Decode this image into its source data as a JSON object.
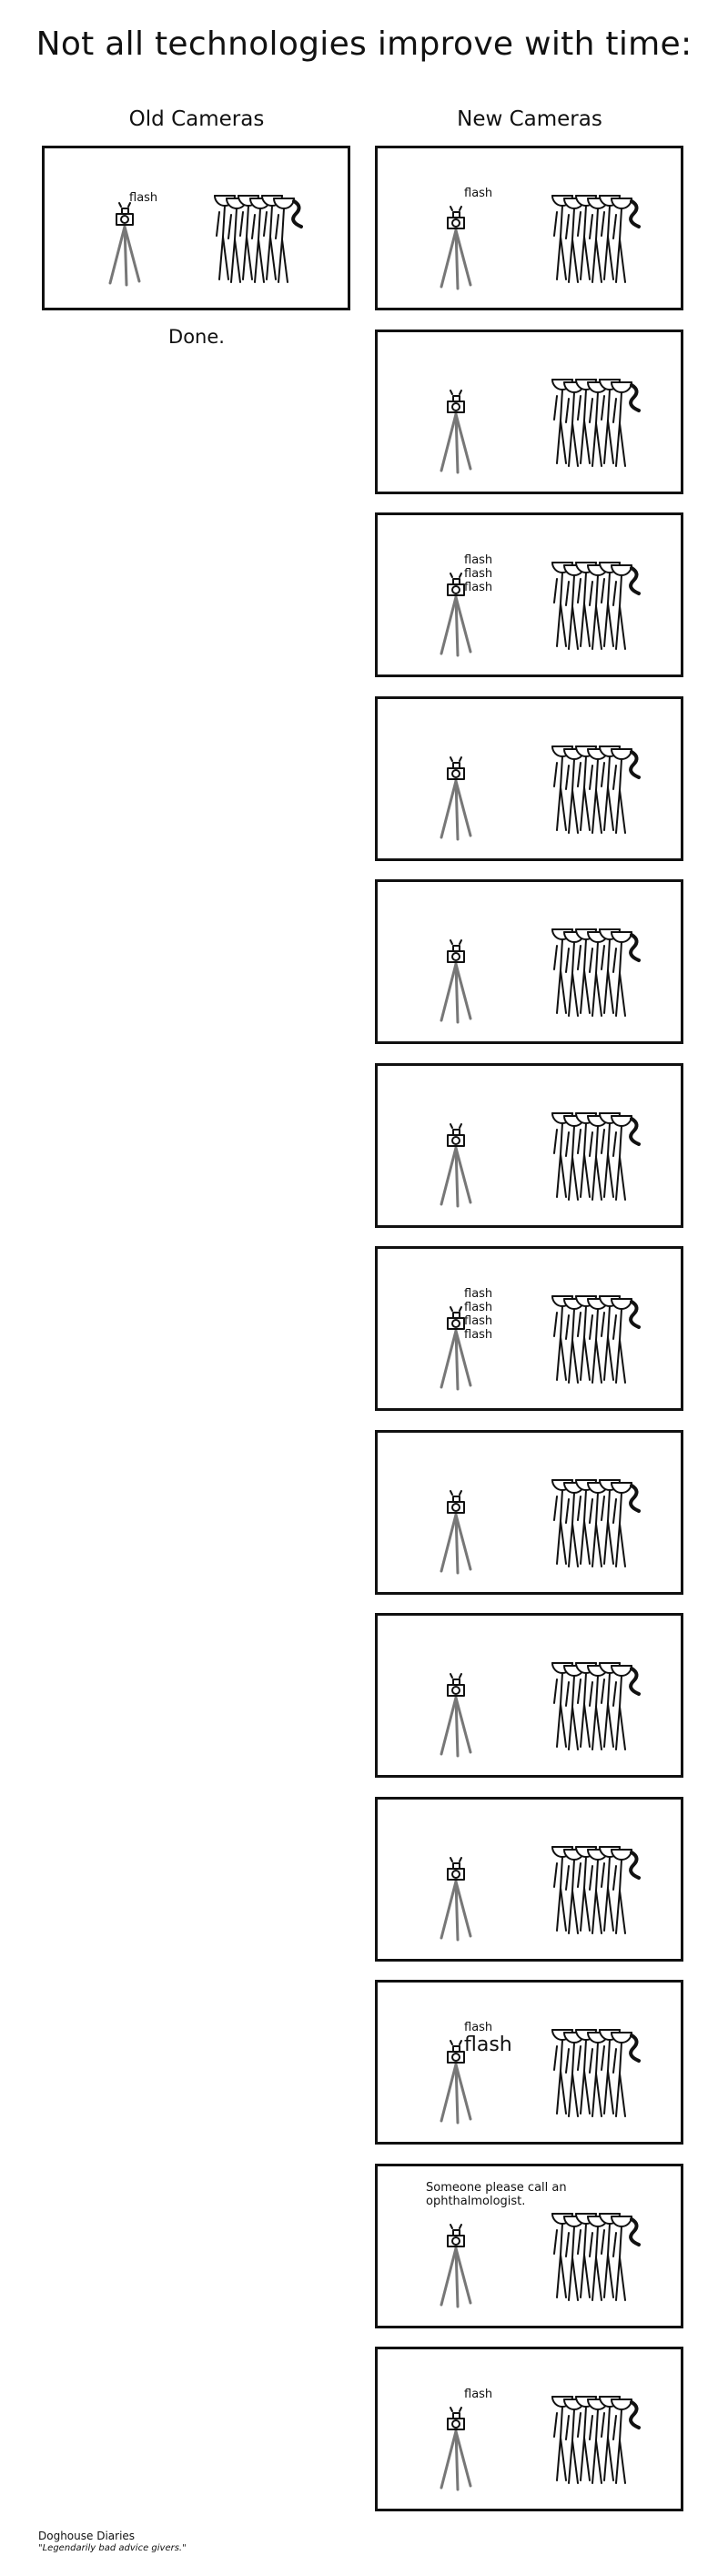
{
  "title": "Not all technologies improve with time:",
  "columns": {
    "old": "Old Cameras",
    "new": "New Cameras"
  },
  "old_panel_text": "flash",
  "done": "Done.",
  "new_panels": [
    {
      "text": "flash",
      "style": "small"
    },
    {
      "text": "",
      "style": "small"
    },
    {
      "text": "flash\nflash\nflash",
      "style": "small"
    },
    {
      "text": "",
      "style": "small"
    },
    {
      "text": "",
      "style": "small"
    },
    {
      "text": "",
      "style": "small"
    },
    {
      "text": "flash\nflash\nflash\nflash",
      "style": "small"
    },
    {
      "text": "",
      "style": "small"
    },
    {
      "text": "",
      "style": "small"
    },
    {
      "text": "",
      "style": "small"
    },
    {
      "text": "flash",
      "style": "small",
      "extra": "flash"
    },
    {
      "text": "Someone please call an\nophthalmologist.",
      "style": "speech"
    },
    {
      "text": "flash",
      "style": "small"
    }
  ],
  "footer": {
    "brand": "Doghouse Diaries",
    "tagline": "\"Legendarily bad advice givers.\""
  }
}
